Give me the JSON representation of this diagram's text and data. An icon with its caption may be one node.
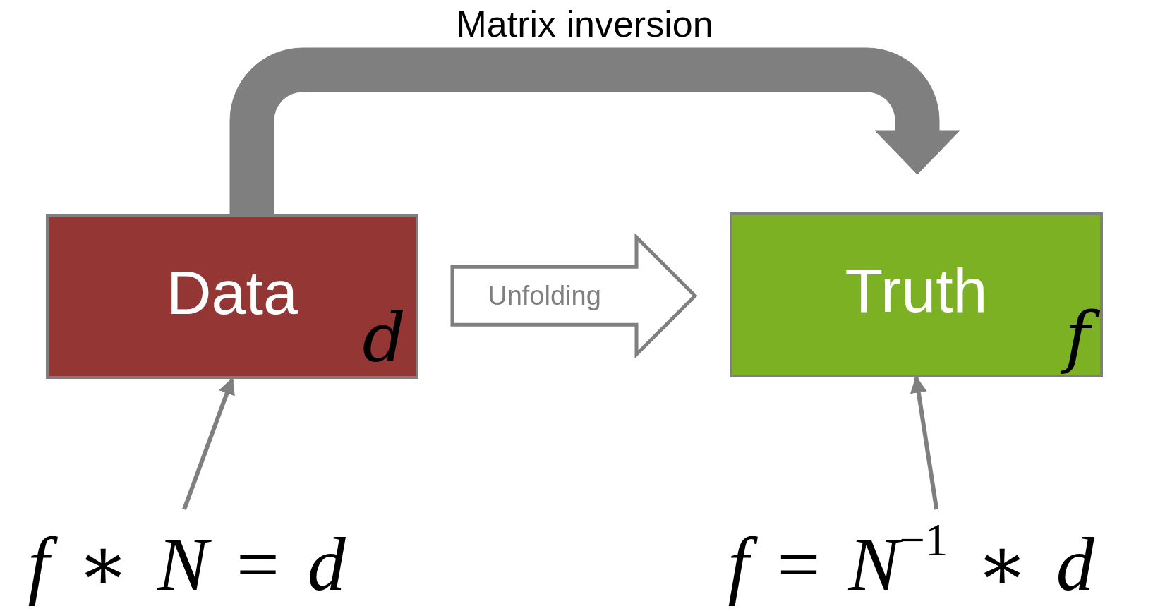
{
  "diagram": {
    "nodes": [
      {
        "text": [
          "Data",
          "d"
        ]
      },
      {
        "text": [
          "Truth",
          "f"
        ]
      },
      {
        "text": [
          "*f* ∗ *N* = *d*"
        ]
      },
      {
        "text": [
          "*f* = *N*$^{−1}$ ∗ *d*"
        ]
      }
    ],
    "edges": [
      {
        "from": 0,
        "to": 1,
        "arrow": "to",
        "label": "Unfolding",
        "style": "thick",
        "color": "#ffffff"
      },
      {
        "from": 0,
        "to": 1,
        "arrow": "to",
        "label": "Matrix inversion",
        "style": "thick"
      },
      {
        "from": 2,
        "to": 0,
        "arrow": "to"
      },
      {
        "from": 3,
        "to": 1,
        "arrow": "to"
      }
    ]
  }
}
